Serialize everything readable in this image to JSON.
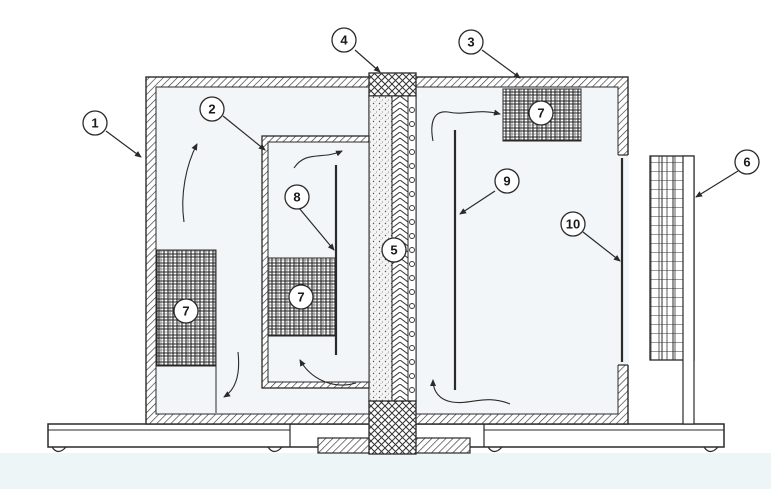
{
  "diagram": {
    "callouts": [
      {
        "id": "c1",
        "label": "1"
      },
      {
        "id": "c2",
        "label": "2"
      },
      {
        "id": "c3",
        "label": "3"
      },
      {
        "id": "c4",
        "label": "4"
      },
      {
        "id": "c5",
        "label": "5"
      },
      {
        "id": "c6",
        "label": "6"
      },
      {
        "id": "c7a",
        "label": "7"
      },
      {
        "id": "c7b",
        "label": "7"
      },
      {
        "id": "c7c",
        "label": "7"
      },
      {
        "id": "c8",
        "label": "8"
      },
      {
        "id": "c9",
        "label": "9"
      },
      {
        "id": "c10",
        "label": "10"
      }
    ]
  },
  "colors": {
    "line": "#2a2a2a",
    "interior": "#f2f6f8",
    "floor_band": "#eef5f6",
    "paper": "#ffffff"
  }
}
